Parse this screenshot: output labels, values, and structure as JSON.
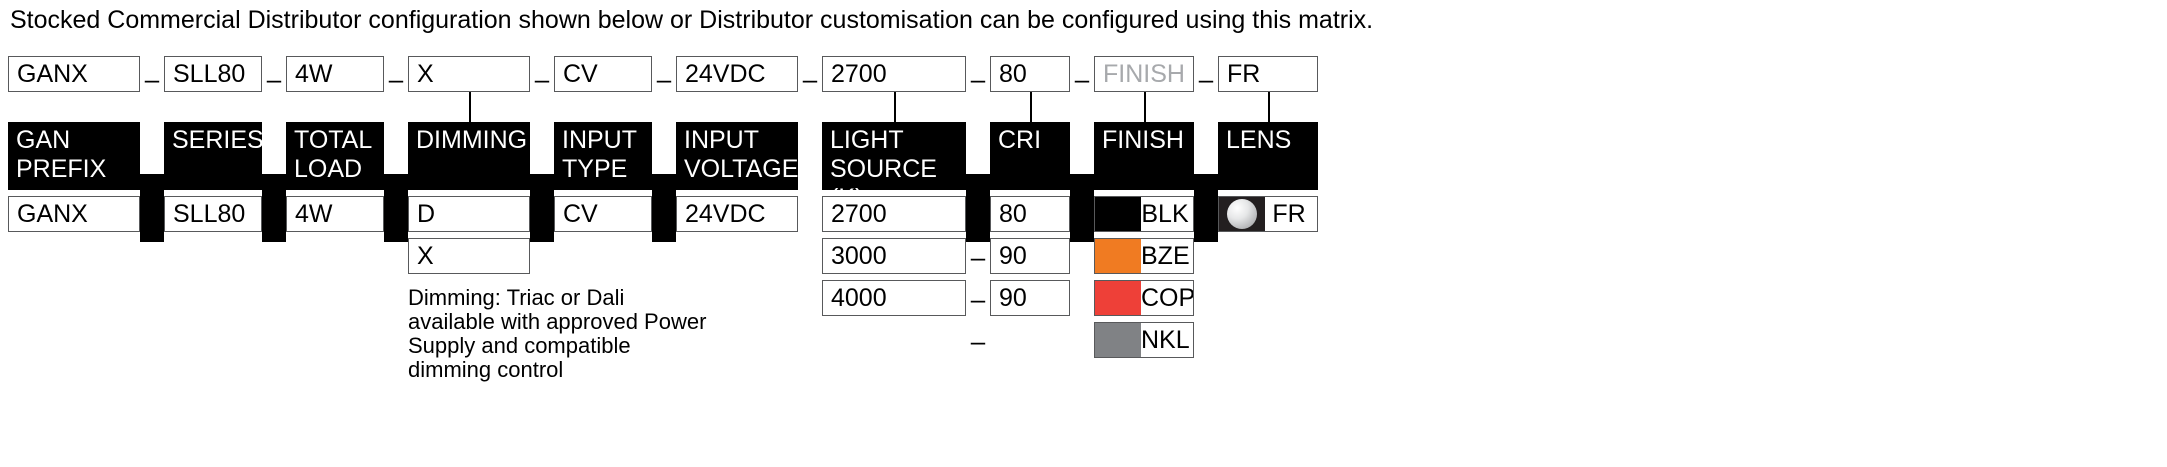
{
  "intro": {
    "text": "Stocked Commercial Distributor configuration shown below or Distributor customisation can be configured using this matrix."
  },
  "separator": {
    "dash": "–"
  },
  "columns": [
    {
      "key": "gan_prefix",
      "header": "GAN PREFIX",
      "header_line1": "GAN",
      "header_line2": "PREFIX",
      "code": "GANX",
      "code_is_placeholder": false,
      "has_connector": false,
      "width": 132,
      "options": [
        "GANX"
      ]
    },
    {
      "key": "series",
      "header": "SERIES",
      "header_line1": "SERIES",
      "header_line2": "",
      "code": "SLL80",
      "code_is_placeholder": false,
      "has_connector": false,
      "width": 98,
      "options": [
        "SLL80"
      ]
    },
    {
      "key": "total_load",
      "header": "TOTAL LOAD",
      "header_line1": "TOTAL",
      "header_line2": "LOAD",
      "code": "4W",
      "code_is_placeholder": false,
      "has_connector": false,
      "width": 98,
      "options": [
        "4W"
      ]
    },
    {
      "key": "dimming",
      "header": "DIMMING",
      "header_line1": "DIMMING",
      "header_line2": "",
      "code": "X",
      "code_is_placeholder": false,
      "has_connector": true,
      "width": 122,
      "options": [
        "D",
        "X"
      ],
      "note": "Dimming: Triac or Dali available with approved Power Supply and compatible dimming control"
    },
    {
      "key": "input_type",
      "header": "INPUT TYPE",
      "header_line1": "INPUT",
      "header_line2": "TYPE",
      "code": "CV",
      "code_is_placeholder": false,
      "has_connector": false,
      "width": 98,
      "options": [
        "CV"
      ]
    },
    {
      "key": "input_voltage",
      "header": "INPUT VOLTAGE",
      "header_line1": "INPUT",
      "header_line2": "VOLTAGE",
      "code": "24VDC",
      "code_is_placeholder": false,
      "has_connector": false,
      "width": 122,
      "options": [
        "24VDC"
      ]
    },
    {
      "key": "light_source",
      "header": "LIGHT SOURCE (K)",
      "header_line1": "LIGHT",
      "header_line2": "SOURCE (K)",
      "code": "2700",
      "code_is_placeholder": false,
      "has_connector": true,
      "width": 144,
      "options": [
        "2700",
        "3000",
        "4000"
      ]
    },
    {
      "key": "cri",
      "header": "CRI",
      "header_line1": "CRI",
      "header_line2": "",
      "code": "80",
      "code_is_placeholder": false,
      "has_connector": true,
      "width": 80,
      "options": [
        "80",
        "90",
        "90"
      ]
    },
    {
      "key": "finish",
      "header": "FINISH",
      "header_line1": "FINISH",
      "header_line2": "",
      "code": "FINISH",
      "code_is_placeholder": true,
      "has_connector": true,
      "width": 100,
      "swatch_options": [
        {
          "label": "BLK",
          "color": "#000000"
        },
        {
          "label": "BZE",
          "color": "#F07B22"
        },
        {
          "label": "COP",
          "color": "#EE4038"
        },
        {
          "label": "NKL",
          "color": "#808285"
        }
      ]
    },
    {
      "key": "lens",
      "header": "LENS",
      "header_line1": "LENS",
      "header_line2": "",
      "code": "FR",
      "code_is_placeholder": false,
      "has_connector": true,
      "width": 100,
      "lens_options": [
        {
          "label": "FR",
          "icon": "frosted-lens-icon"
        }
      ]
    }
  ],
  "colors": {
    "header_bg": "#000000",
    "header_text": "#ffffff",
    "box_border": "#58595b",
    "placeholder_text": "#a7a9ac",
    "finish_blk": "#000000",
    "finish_bze": "#F07B22",
    "finish_cop": "#EE4038",
    "finish_nkl": "#808285",
    "lens_chip_bg": "#231f20"
  }
}
